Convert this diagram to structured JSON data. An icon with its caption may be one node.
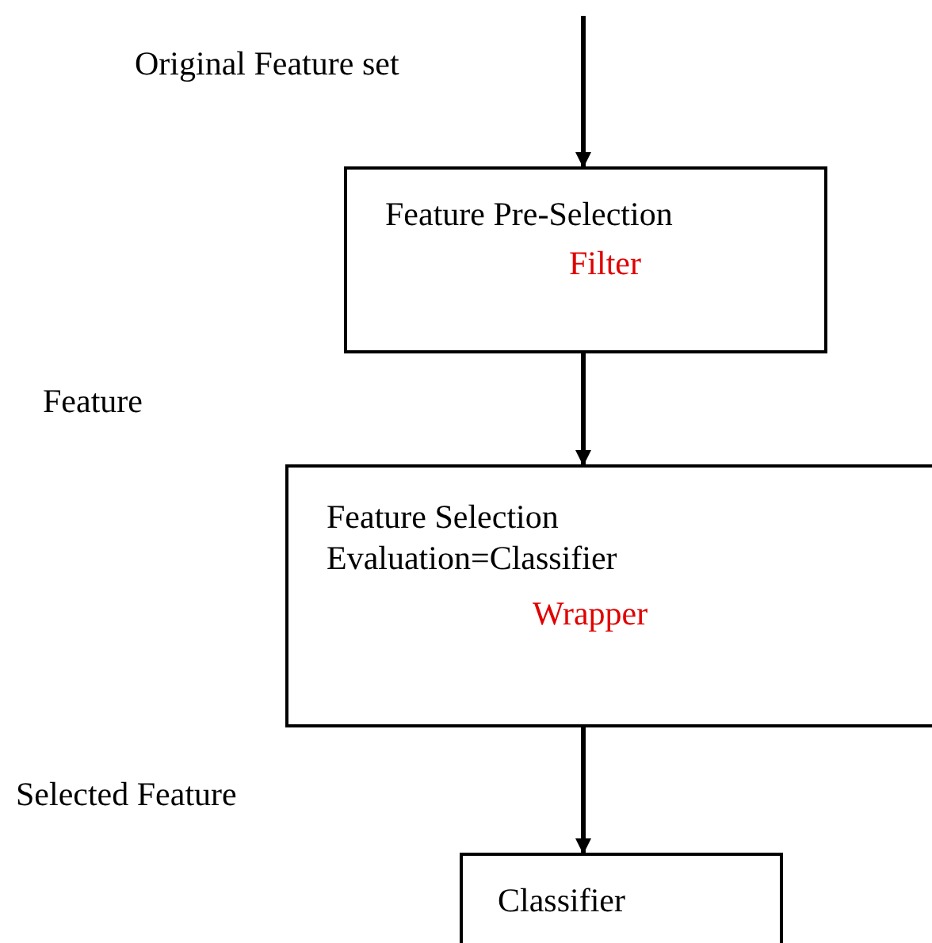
{
  "diagram": {
    "nodes": [
      {
        "text": [
          "Feature Pre-Selection",
          "Filter"
        ]
      },
      {
        "text": [
          "Feature Selection",
          "Evaluation=Classifier",
          "Wrapper"
        ]
      },
      {
        "text": [
          "Classifier"
        ]
      }
    ],
    "edges": [
      {
        "from": null,
        "to": 0,
        "arrow": "to"
      },
      {
        "from": 0,
        "to": 1,
        "arrow": "to"
      },
      {
        "from": 1,
        "to": 2,
        "arrow": "to"
      }
    ],
    "labels": [
      "Original Feature set",
      "Feature",
      "Selected Feature"
    ]
  }
}
